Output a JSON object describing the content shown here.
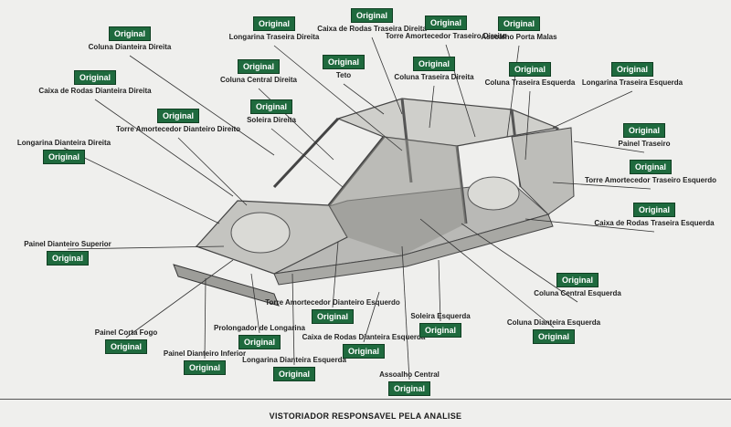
{
  "footer": {
    "title": "VISTORIADOR RESPONSAVEL PELA ANALISE"
  },
  "status_color": "#1f6a3e",
  "parts": [
    {
      "id": "coluna-dianteira-direita",
      "label": "Coluna Dianteira Direita",
      "status": "Original"
    },
    {
      "id": "caixa-rodas-dianteira-direita",
      "label": "Caixa de Rodas Dianteira Direita",
      "status": "Original"
    },
    {
      "id": "longarina-dianteira-direita",
      "label": "Longarina Dianteira Direita",
      "status": "Original"
    },
    {
      "id": "torre-amortecedor-dianteiro-direito",
      "label": "Torre Amortecedor Dianteiro Direito",
      "status": "Original"
    },
    {
      "id": "longarina-traseira-direita",
      "label": "Longarina Traseira Direita",
      "status": "Original"
    },
    {
      "id": "coluna-central-direita",
      "label": "Coluna Central Direita",
      "status": "Original"
    },
    {
      "id": "soleira-direita",
      "label": "Soleira Direita",
      "status": "Original"
    },
    {
      "id": "teto",
      "label": "Teto",
      "status": "Original"
    },
    {
      "id": "caixa-rodas-traseira-direita",
      "label": "Caixa de Rodas Traseira Direita",
      "status": "Original"
    },
    {
      "id": "torre-amortecedor-traseiro-direito",
      "label": "Torre Amortecedor Traseiro Direito",
      "status": "Original"
    },
    {
      "id": "coluna-traseira-direita",
      "label": "Coluna Traseira Direita",
      "status": "Original"
    },
    {
      "id": "assoalho-porta-malas",
      "label": "Assoalho Porta Malas",
      "status": "Original"
    },
    {
      "id": "coluna-traseira-esquerda",
      "label": "Coluna Traseira Esquerda",
      "status": "Original"
    },
    {
      "id": "longarina-traseira-esquerda",
      "label": "Longarina Traseira Esquerda",
      "status": "Original"
    },
    {
      "id": "painel-traseiro",
      "label": "Painel Traseiro",
      "status": "Original"
    },
    {
      "id": "torre-amortecedor-traseiro-esquerdo",
      "label": "Torre Amortecedor Traseiro Esquerdo",
      "status": "Original"
    },
    {
      "id": "caixa-rodas-traseira-esquerda",
      "label": "Caixa de Rodas Traseira Esquerda",
      "status": "Original"
    },
    {
      "id": "painel-dianteiro-superior",
      "label": "Painel Dianteiro Superior",
      "status": "Original"
    },
    {
      "id": "painel-corta-fogo",
      "label": "Painel Corta Fogo",
      "status": "Original"
    },
    {
      "id": "painel-dianteiro-inferior",
      "label": "Painel Dianteiro Inferior",
      "status": "Original"
    },
    {
      "id": "prolongador-longarina",
      "label": "Prolongador de Longarina",
      "status": "Original"
    },
    {
      "id": "longarina-dianteira-esquerda",
      "label": "Longarina Dianteira Esquerda",
      "status": "Original"
    },
    {
      "id": "torre-amortecedor-dianteiro-esquerdo",
      "label": "Torre Amortecedor Dianteiro Esquerdo",
      "status": "Original"
    },
    {
      "id": "caixa-rodas-dianteira-esquerda",
      "label": "Caixa de Rodas Dianteira Esquerda",
      "status": "Original"
    },
    {
      "id": "assoalho-central",
      "label": "Assoalho Central",
      "status": "Original"
    },
    {
      "id": "soleira-esquerda",
      "label": "Soleira Esquerda",
      "status": "Original"
    },
    {
      "id": "coluna-dianteira-esquerda",
      "label": "Coluna Dianteira Esquerda",
      "status": "Original"
    },
    {
      "id": "coluna-central-esquerda",
      "label": "Coluna Central Esquerda",
      "status": "Original"
    }
  ]
}
